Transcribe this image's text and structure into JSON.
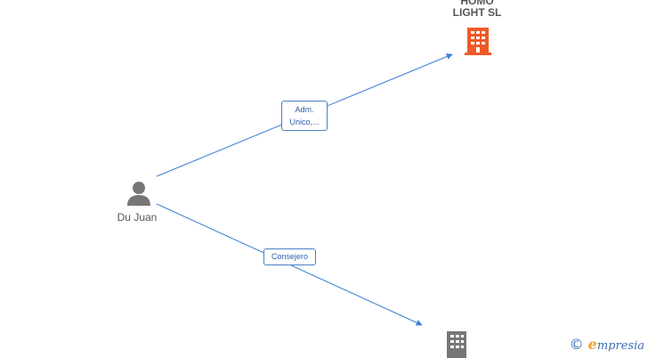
{
  "nodes": {
    "person": {
      "label": "Du Juan",
      "icon": "person-icon",
      "color": "#777777"
    },
    "company_top": {
      "label": "HOMO\nLIGHT  SL",
      "icon": "building-icon",
      "color": "#f05a28"
    },
    "company_bottom": {
      "label": "",
      "icon": "building-icon",
      "color": "#777777"
    }
  },
  "edges": {
    "top": {
      "label_line1": "Adm.",
      "label_line2": "Unico,..."
    },
    "bottom": {
      "label": "Consejero"
    }
  },
  "colors": {
    "edge": "#3b7fd6",
    "label_border": "#4a7fc9",
    "label_text": "#2f5fa8"
  },
  "brand": {
    "copyright": "©",
    "first_letter": "e",
    "rest": "mpresia"
  }
}
